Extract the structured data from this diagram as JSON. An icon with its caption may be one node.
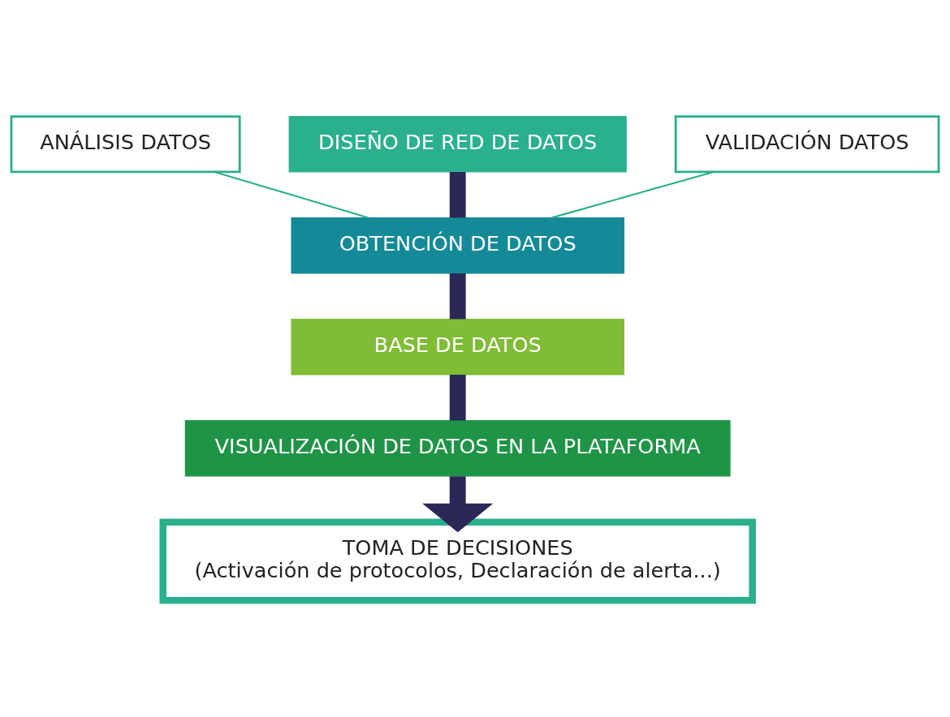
{
  "diagram": {
    "nodes": [
      {
        "text": [
          "ANÁLISIS DATOS"
        ]
      },
      {
        "text": [
          "DISEÑO DE RED DE DATOS"
        ]
      },
      {
        "text": [
          "VALIDACIÓN DATOS"
        ]
      },
      {
        "text": [
          "OBTENCIÓN DE DATOS"
        ]
      },
      {
        "text": [
          "BASE DE DATOS"
        ]
      },
      {
        "text": [
          "VISUALIZACIÓN DE DATOS EN LA PLATAFORMA"
        ]
      },
      {
        "text": [
          "TOMA DE DECISIONES",
          "(Activación de protocolos, Declaración de alerta...)"
        ]
      }
    ],
    "edges": [
      {
        "from": 1,
        "to": 3,
        "arrow": "none"
      },
      {
        "from": 3,
        "to": 4,
        "arrow": "none"
      },
      {
        "from": 4,
        "to": 5,
        "arrow": "none"
      },
      {
        "from": 5,
        "to": 6,
        "arrow": "to"
      },
      {
        "from": 0,
        "to": 3,
        "arrow": "none",
        "color": "#2ab08c"
      },
      {
        "from": 2,
        "to": 3,
        "arrow": "none",
        "color": "#2ab08c"
      }
    ]
  }
}
